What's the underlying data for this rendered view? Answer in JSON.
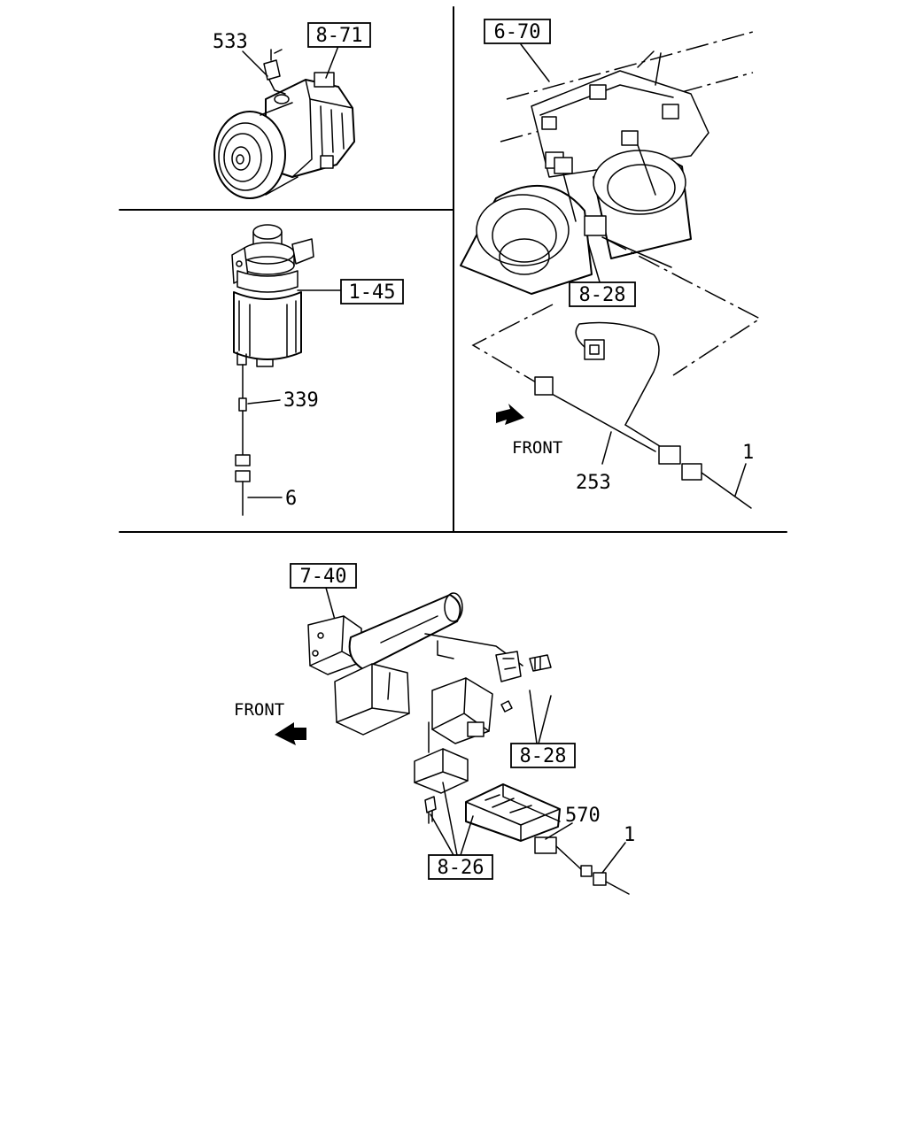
{
  "panels": {
    "compressor": {
      "ref_box": "8-71",
      "callouts": [
        "533"
      ]
    },
    "receiver_drier": {
      "ref_box": "1-45",
      "callouts": [
        "339",
        "6"
      ]
    },
    "blower_unit": {
      "ref_boxes": [
        "6-70",
        "8-28"
      ],
      "front_label": "FRONT",
      "callouts": [
        "253",
        "1"
      ]
    },
    "bracket_assembly": {
      "ref_boxes": [
        "7-40",
        "8-28",
        "8-26"
      ],
      "front_label": "FRONT",
      "callouts": [
        "570",
        "1"
      ]
    }
  }
}
